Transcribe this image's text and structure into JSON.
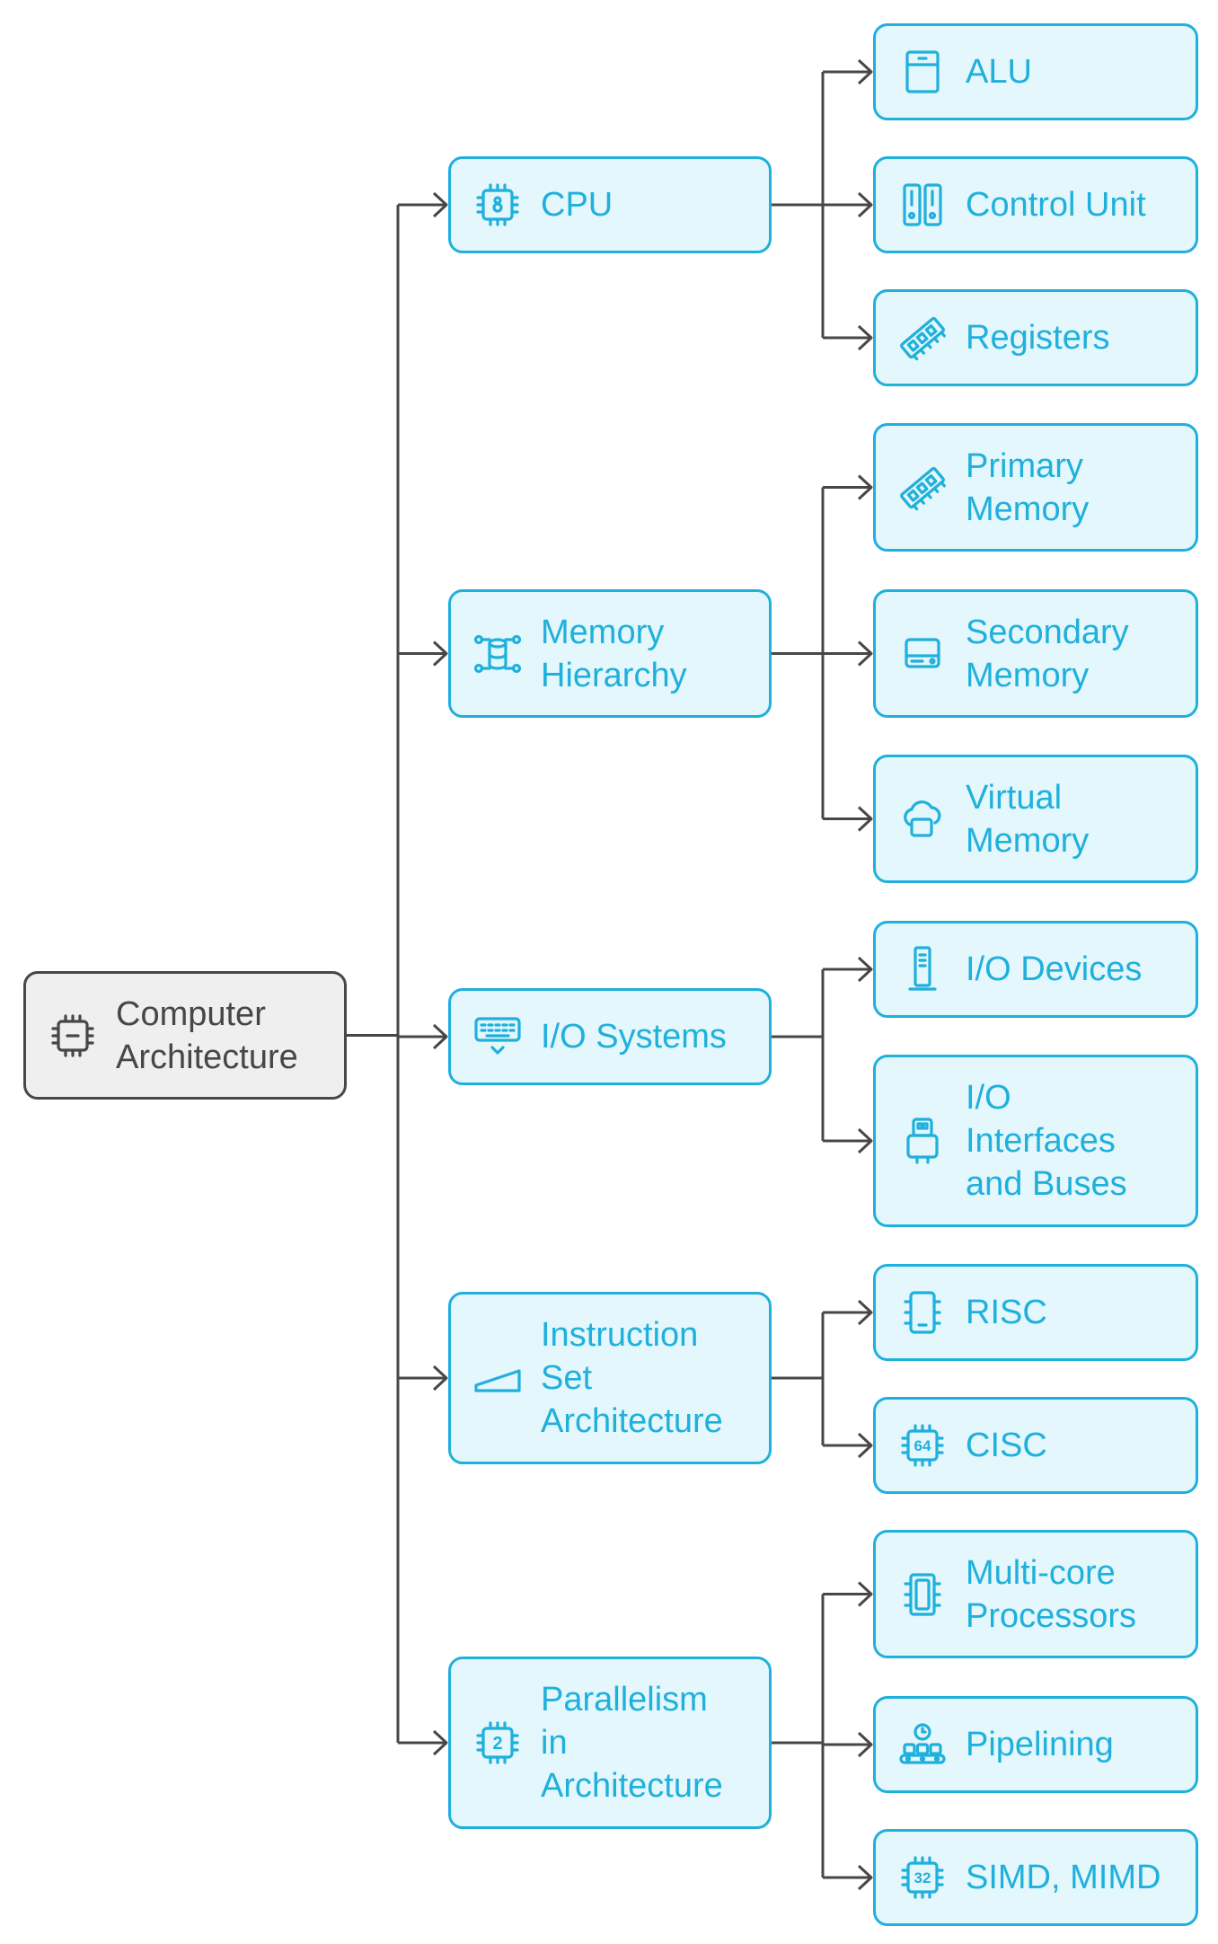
{
  "colors": {
    "accent": "#1fb0dc",
    "accent_fill": "#e4f7fc",
    "root_border": "#474747",
    "root_fill": "#efefef",
    "connector": "#474747"
  },
  "root": {
    "label": "Computer\nArchitecture",
    "icon": "chip-icon"
  },
  "categories": [
    {
      "label": "CPU",
      "icon": "cpu-chip-icon",
      "children": [
        {
          "label": "ALU",
          "icon": "cabinet-icon"
        },
        {
          "label": "Control Unit",
          "icon": "control-panel-icon"
        },
        {
          "label": "Registers",
          "icon": "memory-stick-icon"
        }
      ]
    },
    {
      "label": "Memory\nHierarchy",
      "icon": "database-network-icon",
      "children": [
        {
          "label": "Primary\nMemory",
          "icon": "memory-stick-icon"
        },
        {
          "label": "Secondary\nMemory",
          "icon": "hard-drive-icon"
        },
        {
          "label": "Virtual\nMemory",
          "icon": "cloud-icon"
        }
      ]
    },
    {
      "label": "I/O Systems",
      "icon": "keyboard-icon",
      "children": [
        {
          "label": "I/O Devices",
          "icon": "tower-icon"
        },
        {
          "label": "I/O\nInterfaces\nand Buses",
          "icon": "usb-icon"
        }
      ]
    },
    {
      "label": "Instruction\nSet\nArchitecture",
      "icon": "ramp-icon",
      "children": [
        {
          "label": "RISC",
          "icon": "phone-chip-icon"
        },
        {
          "label": "CISC",
          "icon": "chip-64-icon"
        }
      ]
    },
    {
      "label": "Parallelism\nin\nArchitecture",
      "icon": "chip-2-icon",
      "children": [
        {
          "label": "Multi-core\nProcessors",
          "icon": "multicore-chip-icon"
        },
        {
          "label": "Pipelining",
          "icon": "conveyor-icon"
        },
        {
          "label": "SIMD, MIMD",
          "icon": "chip-32-icon"
        }
      ]
    }
  ]
}
